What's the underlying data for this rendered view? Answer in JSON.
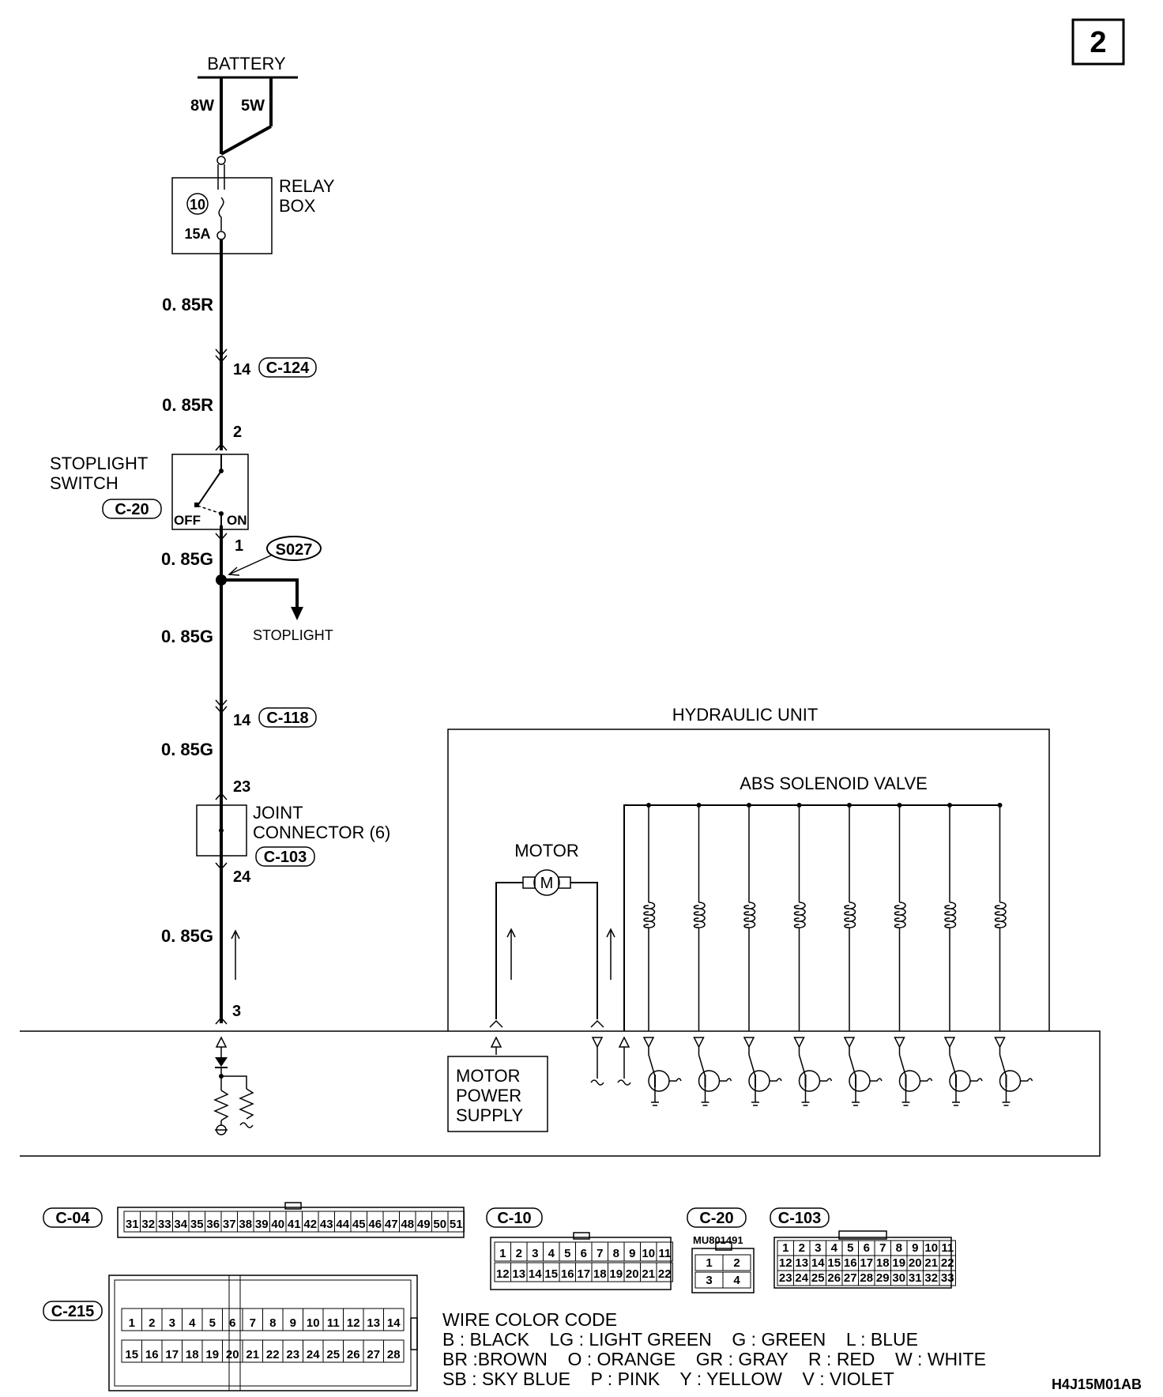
{
  "page_number": "2",
  "battery": {
    "label": "BATTERY",
    "fusible_left": "8W",
    "fusible_right": "5W"
  },
  "relay_box": {
    "label_line1": "RELAY",
    "label_line2": "BOX",
    "fuse_number": "10",
    "fuse_rating": "15A"
  },
  "wires": {
    "w1": "0. 85R",
    "w2": "0. 85R",
    "w3": "0. 85G",
    "w4": "0. 85G",
    "w5": "0. 85G",
    "w6": "0. 85G"
  },
  "connector_c124": {
    "pin": "14",
    "id": "C-124"
  },
  "stoplight_switch": {
    "label_line1": "STOPLIGHT",
    "label_line2": "SWITCH",
    "id": "C-20",
    "pin_top": "2",
    "pin_bottom": "1",
    "off_label": "OFF",
    "on_label": "ON"
  },
  "splice": {
    "id": "S027",
    "branch_label": "STOPLIGHT"
  },
  "connector_c118": {
    "pin": "14",
    "id": "C-118"
  },
  "joint_connector": {
    "label_line1": "JOINT",
    "label_line2": "CONNECTOR (6)",
    "id": "C-103",
    "pin_top": "23",
    "pin_bottom": "24"
  },
  "ecu_pin": "3",
  "hydraulic_unit": {
    "label": "HYDRAULIC UNIT",
    "valve_label": "ABS SOLENOID VALVE",
    "motor_label": "MOTOR",
    "motor_symbol": "M",
    "valve_count": 8
  },
  "motor_power_supply": {
    "line1": "MOTOR",
    "line2": "POWER",
    "line3": "SUPPLY"
  },
  "connectors_legend": {
    "c04": {
      "id": "C-04",
      "pins": [
        "31",
        "32",
        "33",
        "34",
        "35",
        "36",
        "37",
        "38",
        "39",
        "40",
        "41",
        "42",
        "43",
        "44",
        "45",
        "46",
        "47",
        "48",
        "49",
        "50",
        "51"
      ]
    },
    "c10": {
      "id": "C-10",
      "row1": [
        "1",
        "2",
        "3",
        "4",
        "5",
        "6",
        "7",
        "8",
        "9",
        "10",
        "11"
      ],
      "row2": [
        "12",
        "13",
        "14",
        "15",
        "16",
        "17",
        "18",
        "19",
        "20",
        "21",
        "22"
      ]
    },
    "c20": {
      "id": "C-20",
      "part": "MU801491",
      "row1": [
        "1",
        "2"
      ],
      "row2": [
        "3",
        "4"
      ]
    },
    "c103": {
      "id": "C-103",
      "row1": [
        "1",
        "2",
        "3",
        "4",
        "5",
        "6",
        "7",
        "8",
        "9",
        "10",
        "11"
      ],
      "row2": [
        "12",
        "13",
        "14",
        "15",
        "16",
        "17",
        "18",
        "19",
        "20",
        "21",
        "22"
      ],
      "row3": [
        "23",
        "24",
        "25",
        "26",
        "27",
        "28",
        "29",
        "30",
        "31",
        "32",
        "33"
      ]
    },
    "c215": {
      "id": "C-215",
      "row1": [
        "1",
        "2",
        "3",
        "4",
        "5",
        "6",
        "7",
        "8",
        "9",
        "10",
        "11",
        "12",
        "13",
        "14"
      ],
      "row2": [
        "15",
        "16",
        "17",
        "18",
        "19",
        "20",
        "21",
        "22",
        "23",
        "24",
        "25",
        "26",
        "27",
        "28"
      ]
    }
  },
  "wire_color_code": {
    "title": "WIRE COLOR CODE",
    "line1": "B : BLACK    LG : LIGHT GREEN    G : GREEN    L : BLUE",
    "line2": "BR :BROWN    O : ORANGE    GR : GRAY    R : RED    W : WHITE",
    "line3": "SB : SKY BLUE    P : PINK    Y : YELLOW    V : VIOLET"
  },
  "figure_code": "H4J15M01AB"
}
